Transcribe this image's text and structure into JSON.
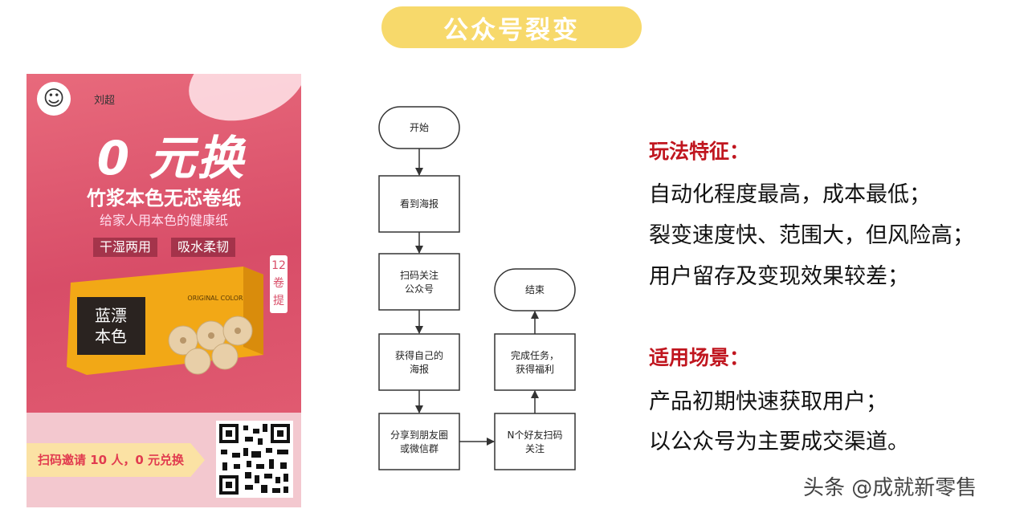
{
  "title": "公众号裂变",
  "poster": {
    "author": "刘超",
    "headline": "0 元换",
    "product_name": "竹浆本色无芯卷纸",
    "slogan": "给家人用本色的健康纸",
    "tags": [
      "干湿两用",
      "吸水柔韧"
    ],
    "package_brand": "蓝漂\n本色",
    "package_label": "ORIGINAL COLOR",
    "roll_badge": "12卷提",
    "cta": "扫码邀请 10 人，0 元兑换"
  },
  "flowchart": {
    "nodes": {
      "start": "开始",
      "see_poster": "看到海报",
      "scan_follow": [
        "扫码关注",
        "公众号"
      ],
      "get_poster": [
        "获得自己的",
        "海报"
      ],
      "share": [
        "分享到朋友圈",
        "或微信群"
      ],
      "friends_scan": [
        "N个好友扫码",
        "关注"
      ],
      "complete": [
        "完成任务，",
        "获得福利"
      ],
      "end": "结束"
    }
  },
  "features": {
    "heading": "玩法特征：",
    "lines": [
      "自动化程度最高，成本最低；",
      "裂变速度快、范围大，但风险高；",
      "用户留存及变现效果较差；"
    ]
  },
  "scenarios": {
    "heading": "适用场景：",
    "lines": [
      "产品初期快速获取用户；",
      "以公众号为主要成交渠道。"
    ]
  },
  "watermark": "头条 @成就新零售",
  "colors": {
    "accent_red": "#c0161f",
    "title_yellow": "#f7d96b",
    "poster_pink": "#d84d68"
  }
}
